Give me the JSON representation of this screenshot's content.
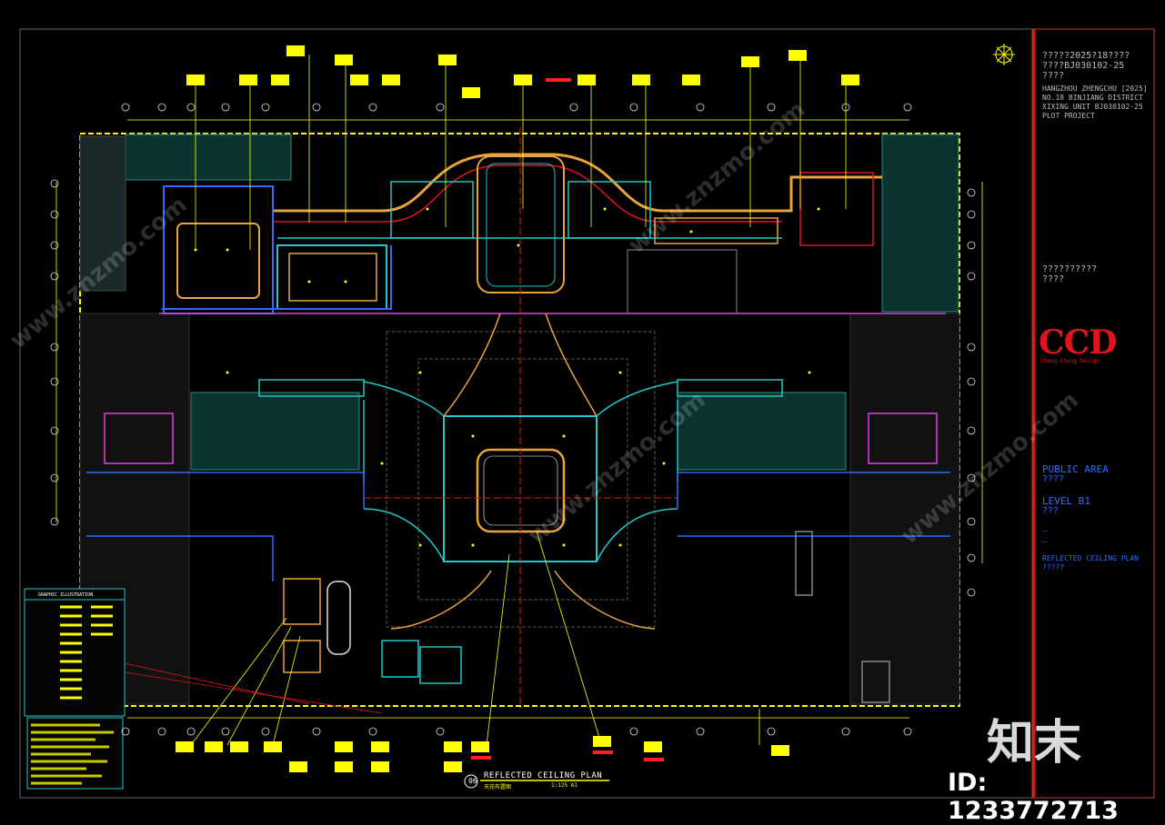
{
  "title_block": {
    "project_cn": "?????2025?18????",
    "project_code_cn": "????BJ030102-25",
    "project_tail": "????",
    "project_en": [
      "HANGZHOU ZHENGCHU [2025]",
      "NO.18 BINJIANG DISTRICT",
      "XIXING UNIT BJ030102-25",
      "PLOT PROJECT"
    ],
    "client_cn": "??????????",
    "client_tail": "????",
    "logo_text": "CCD",
    "logo_sub": "Cheng Chung Design",
    "area_en": "PUBLIC AREA",
    "area_cn": "????",
    "level_en": "LEVEL B1",
    "level_cn": "???",
    "dash1": "_",
    "dash2": "_",
    "drawing_en": "REFLECTED CEILING PLAN",
    "drawing_cn": "?????"
  },
  "drawing": {
    "number": "06",
    "title": "REFLECTED CEILING PLAN",
    "title_cn": "天花布置图",
    "scale": "1:125 A1",
    "legend_header": "GRAPHIC ILLUSTRATION"
  },
  "watermark": {
    "brand": "知末",
    "id_text": "ID: 1233772713"
  },
  "colors": {
    "background": "#000000",
    "border_yellow": "#ffff00",
    "curve_orange": "#e8a33a",
    "cyan": "#20c8c8",
    "magenta": "#e040e0",
    "red": "#ff2020",
    "green": "#20e020",
    "blue": "#2a6cff",
    "logo_red": "#e0141e"
  }
}
